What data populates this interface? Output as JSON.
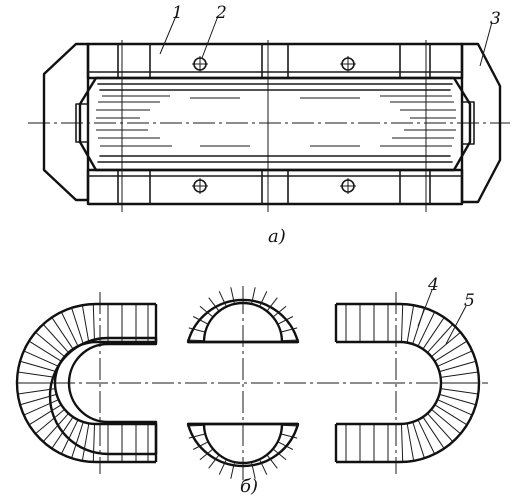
{
  "figure_a": {
    "caption": "а)",
    "callouts": [
      {
        "id": "1",
        "text": "1"
      },
      {
        "id": "2",
        "text": "2"
      },
      {
        "id": "3",
        "text": "3"
      }
    ]
  },
  "figure_b": {
    "caption": "б)",
    "callouts": [
      {
        "id": "4",
        "text": "4"
      },
      {
        "id": "5",
        "text": "5"
      }
    ]
  }
}
